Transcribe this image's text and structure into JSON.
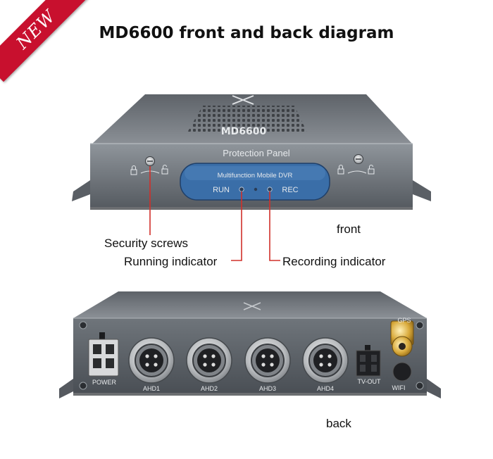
{
  "title": "MD6600 front and back diagram",
  "badge": "NEW",
  "front": {
    "caption": "front",
    "model_text": "MD6600",
    "panel_label": "Protection Panel",
    "display_title": "Multifunction Mobile DVR",
    "run_label": "RUN",
    "rec_label": "REC",
    "callouts": {
      "security": "Security screws",
      "running": "Running indicator",
      "recording": "Recording indicator"
    }
  },
  "back": {
    "caption": "back",
    "ports": {
      "power": "POWER",
      "ahd1": "AHD1",
      "ahd2": "AHD2",
      "ahd3": "AHD3",
      "ahd4": "AHD4",
      "tvout": "TV-OUT",
      "gps": "GPS",
      "wifi": "WIFI"
    }
  },
  "colors": {
    "ribbon": "#c8102e",
    "callout_line": "#d0302a",
    "display_panel": "#3a6ea8"
  }
}
